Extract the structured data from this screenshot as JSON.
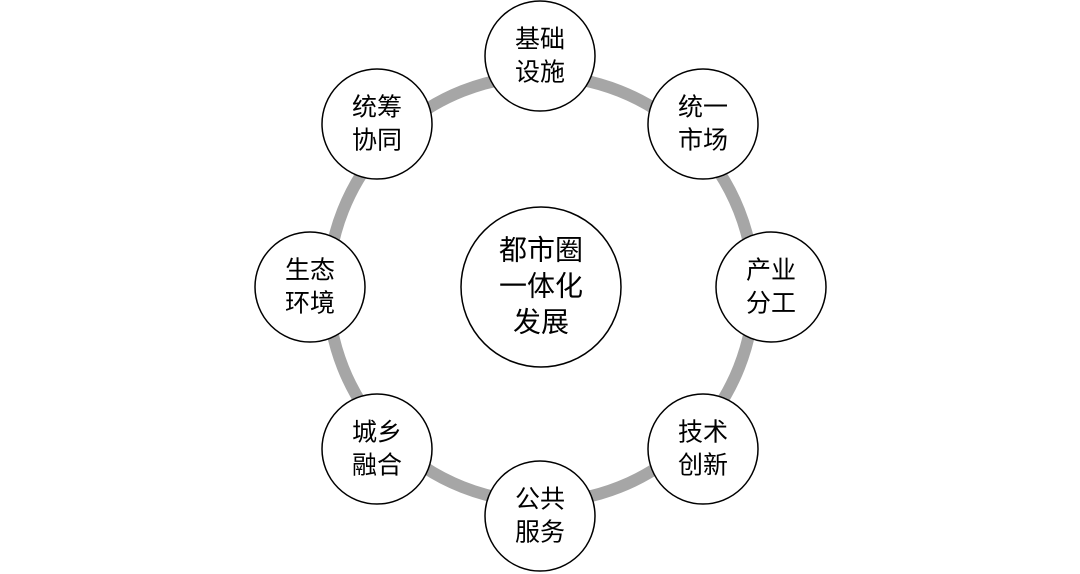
{
  "center": {
    "lines": [
      "都市圈",
      "一体化",
      "发展"
    ]
  },
  "nodes": [
    {
      "id": "infrastructure",
      "lines": [
        "基础",
        "设施"
      ]
    },
    {
      "id": "unified-market",
      "lines": [
        "统一",
        "市场"
      ]
    },
    {
      "id": "industrial-division",
      "lines": [
        "产业",
        "分工"
      ]
    },
    {
      "id": "tech-innovation",
      "lines": [
        "技术",
        "创新"
      ]
    },
    {
      "id": "public-services",
      "lines": [
        "公共",
        "服务"
      ]
    },
    {
      "id": "urban-rural",
      "lines": [
        "城乡",
        "融合"
      ]
    },
    {
      "id": "ecology",
      "lines": [
        "生态",
        "环境"
      ]
    },
    {
      "id": "coordination",
      "lines": [
        "统筹",
        "协同"
      ]
    }
  ],
  "colors": {
    "ring": "#a6a6a6",
    "circle_fill": "#ffffff",
    "circle_stroke": "#000000",
    "text": "#000000"
  }
}
